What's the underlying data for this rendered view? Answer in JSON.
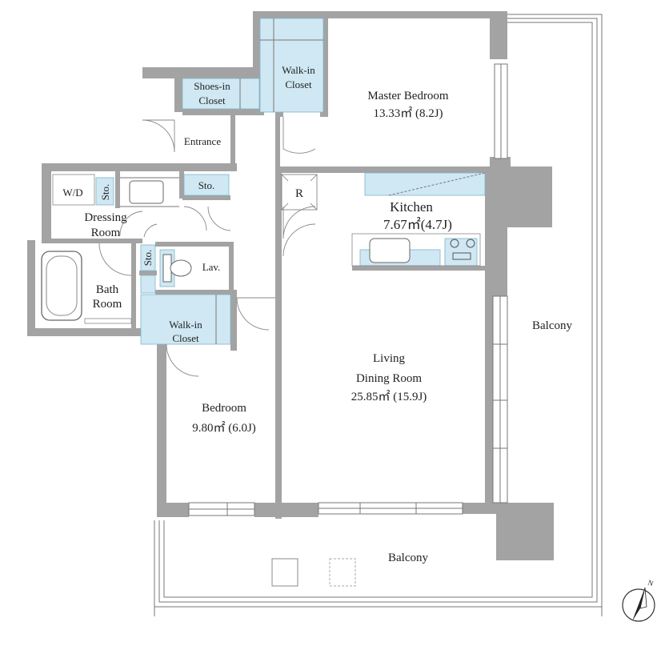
{
  "rooms": {
    "master_bedroom": {
      "name": "Master Bedroom",
      "area": "13.33㎡ (8.2J)"
    },
    "walk_in_closet_master": {
      "line1": "Walk-in",
      "line2": "Closet"
    },
    "shoes_in_closet": {
      "line1": "Shoes-in",
      "line2": "Closet"
    },
    "entrance": {
      "name": "Entrance"
    },
    "wd": {
      "name": "W/D"
    },
    "sto_dressing": {
      "name": "Sto."
    },
    "sto_hall": {
      "name": "Sto."
    },
    "sto_bath": {
      "name": "Sto."
    },
    "dressing_room": {
      "line1": "Dressing",
      "line2": "Room"
    },
    "bath_room": {
      "line1": "Bath",
      "line2": "Room"
    },
    "lav": {
      "name": "Lav."
    },
    "walk_in_closet_bed": {
      "line1": "Walk-in",
      "line2": "Closet"
    },
    "bedroom": {
      "name": "Bedroom",
      "area": "9.80㎡ (6.0J)"
    },
    "refrigerator": {
      "name": "R"
    },
    "kitchen": {
      "name": "Kitchen",
      "area": "7.67㎡(4.7J)"
    },
    "living": {
      "line1": "Living",
      "line2": "Dining Room",
      "area": "25.85㎡ (15.9J)"
    },
    "balcony_east": {
      "name": "Balcony"
    },
    "balcony_south": {
      "name": "Balcony"
    }
  },
  "compass": {
    "icon": "north-arrow-icon",
    "letter": "N"
  },
  "colors": {
    "wall": "#a3a3a3",
    "storage": "#cfe8f3",
    "line": "#777777"
  }
}
